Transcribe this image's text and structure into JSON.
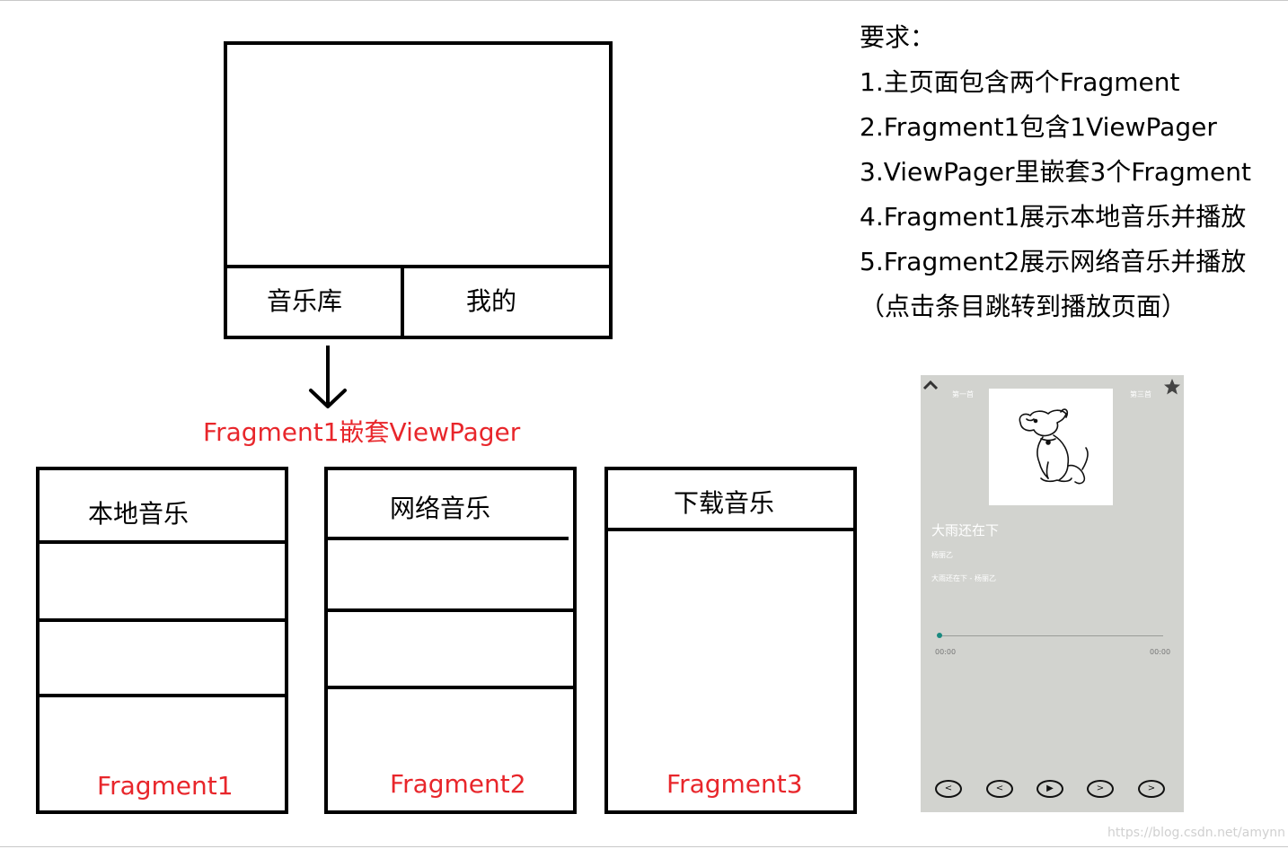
{
  "main_page": {
    "tab_music_library": "音乐库",
    "tab_mine": "我的"
  },
  "arrow_caption": "Fragment1嵌套ViewPager",
  "viewpager_pages": [
    {
      "header": "本地音乐",
      "footer": "Fragment1"
    },
    {
      "header": "网络音乐",
      "footer": "Fragment2"
    },
    {
      "header": "下载音乐",
      "footer": "Fragment3"
    }
  ],
  "requirements": {
    "title": "要求：",
    "items": [
      "1.主页面包含两个Fragment",
      "2.Fragment1包含1ViewPager",
      "3.ViewPager里嵌套3个Fragment",
      "4.Fragment1展示本地音乐并播放",
      "5.Fragment2展示网络音乐并播放",
      "（点击条目跳转到播放页面）"
    ]
  },
  "player_mock": {
    "prev_label": "第一首",
    "next_label": "第三首",
    "song_title": "大雨还在下",
    "artist": "杨丽乙",
    "song_full": "大雨还在下 - 杨丽乙",
    "time_start": "00:00",
    "time_end": "00:00",
    "background_color": "#d2d3cf",
    "progress_color": "#1a8a80"
  },
  "watermark": "https://blog.csdn.net/amynn",
  "colors": {
    "caption_red": "#e8262b",
    "stroke": "#000000"
  }
}
